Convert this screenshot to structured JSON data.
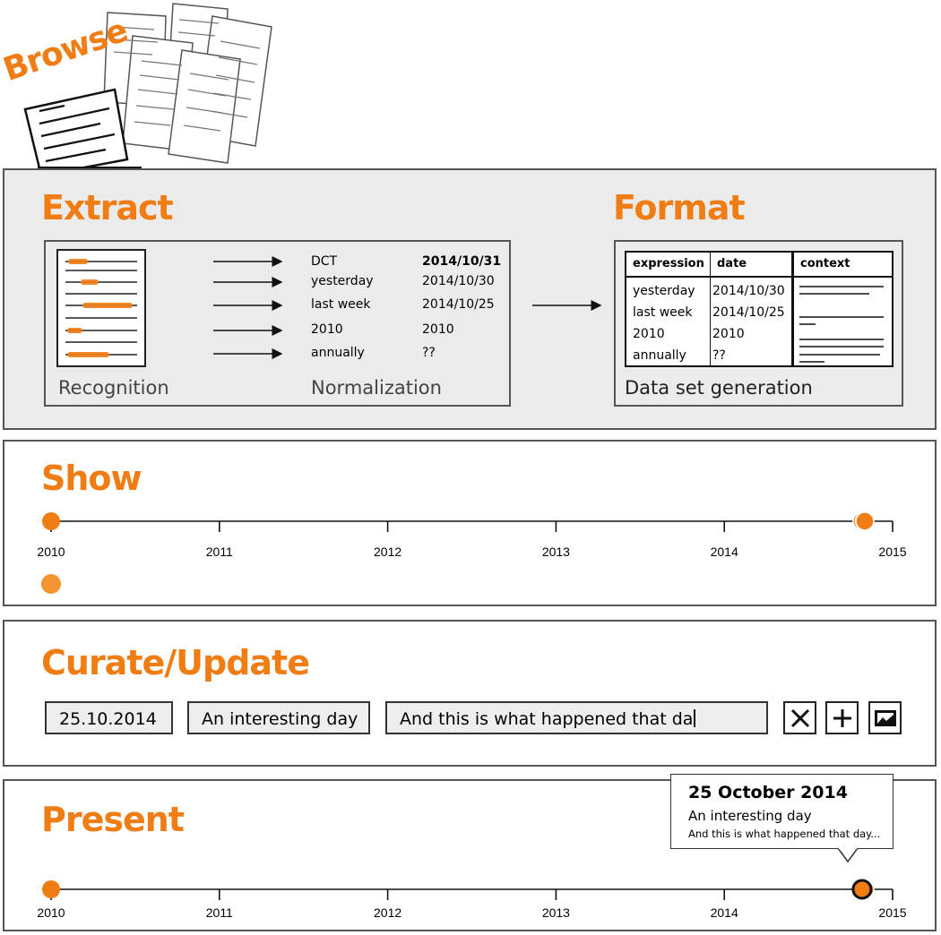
{
  "browse": {
    "label": "Browse"
  },
  "extract": {
    "title": "Extract",
    "recognition_label": "Recognition",
    "normalization_label": "Normalization",
    "rows": [
      {
        "expression": "DCT",
        "value": "2014/10/31",
        "bold": true
      },
      {
        "expression": "yesterday",
        "value": "2014/10/30"
      },
      {
        "expression": "last week",
        "value": "2014/10/25"
      },
      {
        "expression": "2010",
        "value": "2010"
      },
      {
        "expression": "annually",
        "value": "??"
      }
    ]
  },
  "format": {
    "title": "Format",
    "label": "Data set generation",
    "headers": [
      "expression",
      "date",
      "context"
    ],
    "rows": [
      {
        "expression": "yesterday",
        "date": "2014/10/30"
      },
      {
        "expression": "last week",
        "date": "2014/10/25"
      },
      {
        "expression": "2010",
        "date": "2010"
      },
      {
        "expression": "annually",
        "date": "??"
      }
    ]
  },
  "show": {
    "title": "Show",
    "ticks": [
      "2010",
      "2011",
      "2012",
      "2013",
      "2014",
      "2015"
    ]
  },
  "curate": {
    "title": "Curate/Update",
    "date_value": "25.10.2014",
    "title_value": "An interesting day",
    "text_value": "And this is what happened that da",
    "buttons": [
      "delete-icon",
      "add-icon",
      "image-icon"
    ]
  },
  "present": {
    "title": "Present",
    "ticks": [
      "2010",
      "2011",
      "2012",
      "2013",
      "2014",
      "2015"
    ],
    "tooltip": {
      "date": "25 October 2014",
      "title": "An interesting day",
      "text": "And this is what happened that day..."
    }
  },
  "colors": {
    "accent": "#f07d14",
    "marker": "#f39530",
    "panel_bg": "#ebebeb"
  },
  "chart_data": {
    "type": "scatter",
    "x_axis": [
      "2010",
      "2011",
      "2012",
      "2013",
      "2014",
      "2015"
    ],
    "events": [
      "2010",
      "2014/10/25",
      "2014/10/30",
      "2014/10/31"
    ]
  }
}
